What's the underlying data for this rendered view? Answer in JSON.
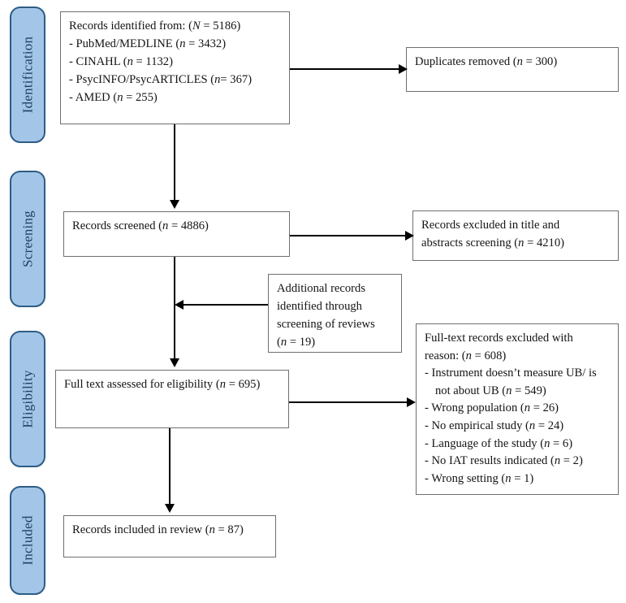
{
  "diagram": {
    "title": "PRISMA flow diagram",
    "type": "prisma-flow",
    "accent_color": "#a3c6e8",
    "accent_border_color": "#2e5c86",
    "box_border_color": "#6f6f6f",
    "connector_color": "#000000"
  },
  "stages": [
    {
      "id": "identification",
      "label": "Identification"
    },
    {
      "id": "screening",
      "label": "Screening"
    },
    {
      "id": "eligibility",
      "label": "Eligibility"
    },
    {
      "id": "included",
      "label": "Included"
    }
  ],
  "boxes": {
    "records_identified": {
      "header": "Records identified from: (N = 5186)",
      "sources": [
        "-  PubMed/MEDLINE (n = 3432)",
        "-  CINAHL (n = 1132)",
        "-  PsycINFO/PsycARTICLES (n= 367)",
        "-  AMED (n = 255)"
      ]
    },
    "duplicates_removed": {
      "line1": "Duplicates removed (n = 300)"
    },
    "records_screened": {
      "line1": "Records screened (n = 4886)"
    },
    "records_excluded_title_abstract": {
      "line1": "Records excluded in title and",
      "line2": "abstracts screening (n = 4210)"
    },
    "additional_records": {
      "line1": "Additional records",
      "line2": "identified through",
      "line3": "screening of reviews",
      "line4": "(n = 19)"
    },
    "full_text_assessed": {
      "line1": "Full text assessed for eligibility",
      "line2": "(n = 695)"
    },
    "full_text_excluded": {
      "header1": "Full-text records excluded with",
      "header2": "reason: (n = 608)",
      "reasons": [
        "-  Instrument doesn’t measure UB/ is not about UB (n = 549)",
        "-  Wrong population (n = 26)",
        "-  No empirical study (n = 24)",
        "-  Language of the study (n = 6)",
        "-  No IAT results indicated (n = 2)",
        "-  Wrong setting (n = 1)"
      ]
    },
    "records_included": {
      "line1": "Records included in review  (n = 87)"
    }
  },
  "chart_data": {
    "type": "diagram",
    "title": "PRISMA flow diagram",
    "nodes": [
      {
        "id": "records_identified",
        "stage": "Identification",
        "label": "Records identified from",
        "n": 5186,
        "n_symbol": "N",
        "children": [
          {
            "label": "PubMed/MEDLINE",
            "n": 3432
          },
          {
            "label": "CINAHL",
            "n": 1132
          },
          {
            "label": "PsycINFO/PsycARTICLES",
            "n": 367
          },
          {
            "label": "AMED",
            "n": 255
          }
        ]
      },
      {
        "id": "duplicates_removed",
        "stage": "Identification",
        "label": "Duplicates removed",
        "n": 300
      },
      {
        "id": "records_screened",
        "stage": "Screening",
        "label": "Records screened",
        "n": 4886
      },
      {
        "id": "records_excluded_title_abstract",
        "stage": "Screening",
        "label": "Records excluded in title and abstracts screening",
        "n": 4210
      },
      {
        "id": "additional_records",
        "stage": "Screening",
        "label": "Additional records identified through screening of reviews",
        "n": 19
      },
      {
        "id": "full_text_assessed",
        "stage": "Eligibility",
        "label": "Full text assessed for eligibility",
        "n": 695
      },
      {
        "id": "full_text_excluded",
        "stage": "Eligibility",
        "label": "Full-text records excluded with reason",
        "n": 608,
        "children": [
          {
            "label": "Instrument doesn’t measure UB/ is not about UB",
            "n": 549
          },
          {
            "label": "Wrong population",
            "n": 26
          },
          {
            "label": "No empirical study",
            "n": 24
          },
          {
            "label": "Language of the study",
            "n": 6
          },
          {
            "label": "No IAT results indicated",
            "n": 2
          },
          {
            "label": "Wrong setting",
            "n": 1
          }
        ]
      },
      {
        "id": "records_included",
        "stage": "Included",
        "label": "Records included in review",
        "n": 87
      }
    ],
    "edges": [
      {
        "from": "records_identified",
        "to": "duplicates_removed",
        "direction": "right"
      },
      {
        "from": "records_identified",
        "to": "records_screened",
        "direction": "down"
      },
      {
        "from": "records_screened",
        "to": "records_excluded_title_abstract",
        "direction": "right"
      },
      {
        "from": "additional_records",
        "to": "full_text_assessed",
        "direction": "left"
      },
      {
        "from": "records_screened",
        "to": "full_text_assessed",
        "direction": "down"
      },
      {
        "from": "full_text_assessed",
        "to": "full_text_excluded",
        "direction": "right"
      },
      {
        "from": "full_text_assessed",
        "to": "records_included",
        "direction": "down"
      }
    ]
  }
}
